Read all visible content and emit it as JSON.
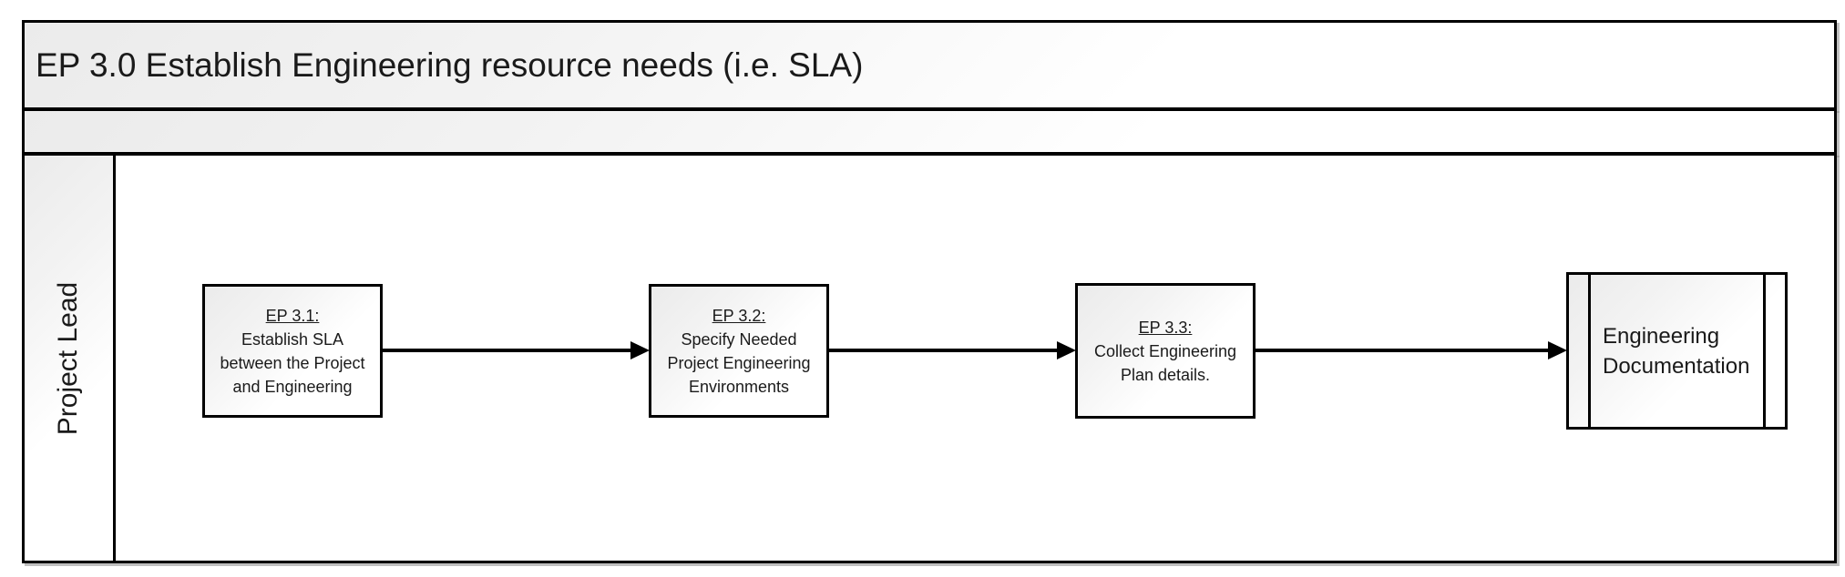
{
  "title_band": {
    "text": "EP 3.0 Establish Engineering resource needs (i.e. SLA)"
  },
  "swimlane": {
    "label": "Project Lead"
  },
  "steps": [
    {
      "heading": "EP 3.1:",
      "lines": [
        "Establish SLA",
        "between the Project",
        "and Engineering"
      ]
    },
    {
      "heading": "EP 3.2:",
      "lines": [
        "Specify Needed",
        "Project Engineering",
        "Environments"
      ]
    },
    {
      "heading": "EP 3.3:",
      "lines": [
        "Collect Engineering",
        "Plan details."
      ]
    }
  ],
  "artifact": {
    "lines": [
      "Engineering",
      "Documentation"
    ]
  },
  "colors": {
    "line": "#000000",
    "fill_gradient_start": "#ebebeb",
    "fill_gradient_end": "#ffffff",
    "shadow": "#8c8c8c"
  }
}
